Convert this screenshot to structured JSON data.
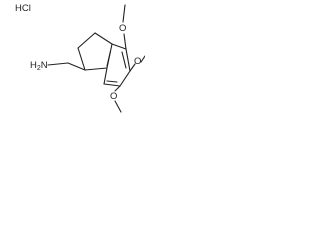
{
  "molecule": {
    "salt": "HCl",
    "amine_label": "H2N",
    "methoxy_labels": [
      "O",
      "O",
      "O"
    ]
  },
  "colors": {
    "ink": "#222222",
    "background": "#ffffff"
  }
}
